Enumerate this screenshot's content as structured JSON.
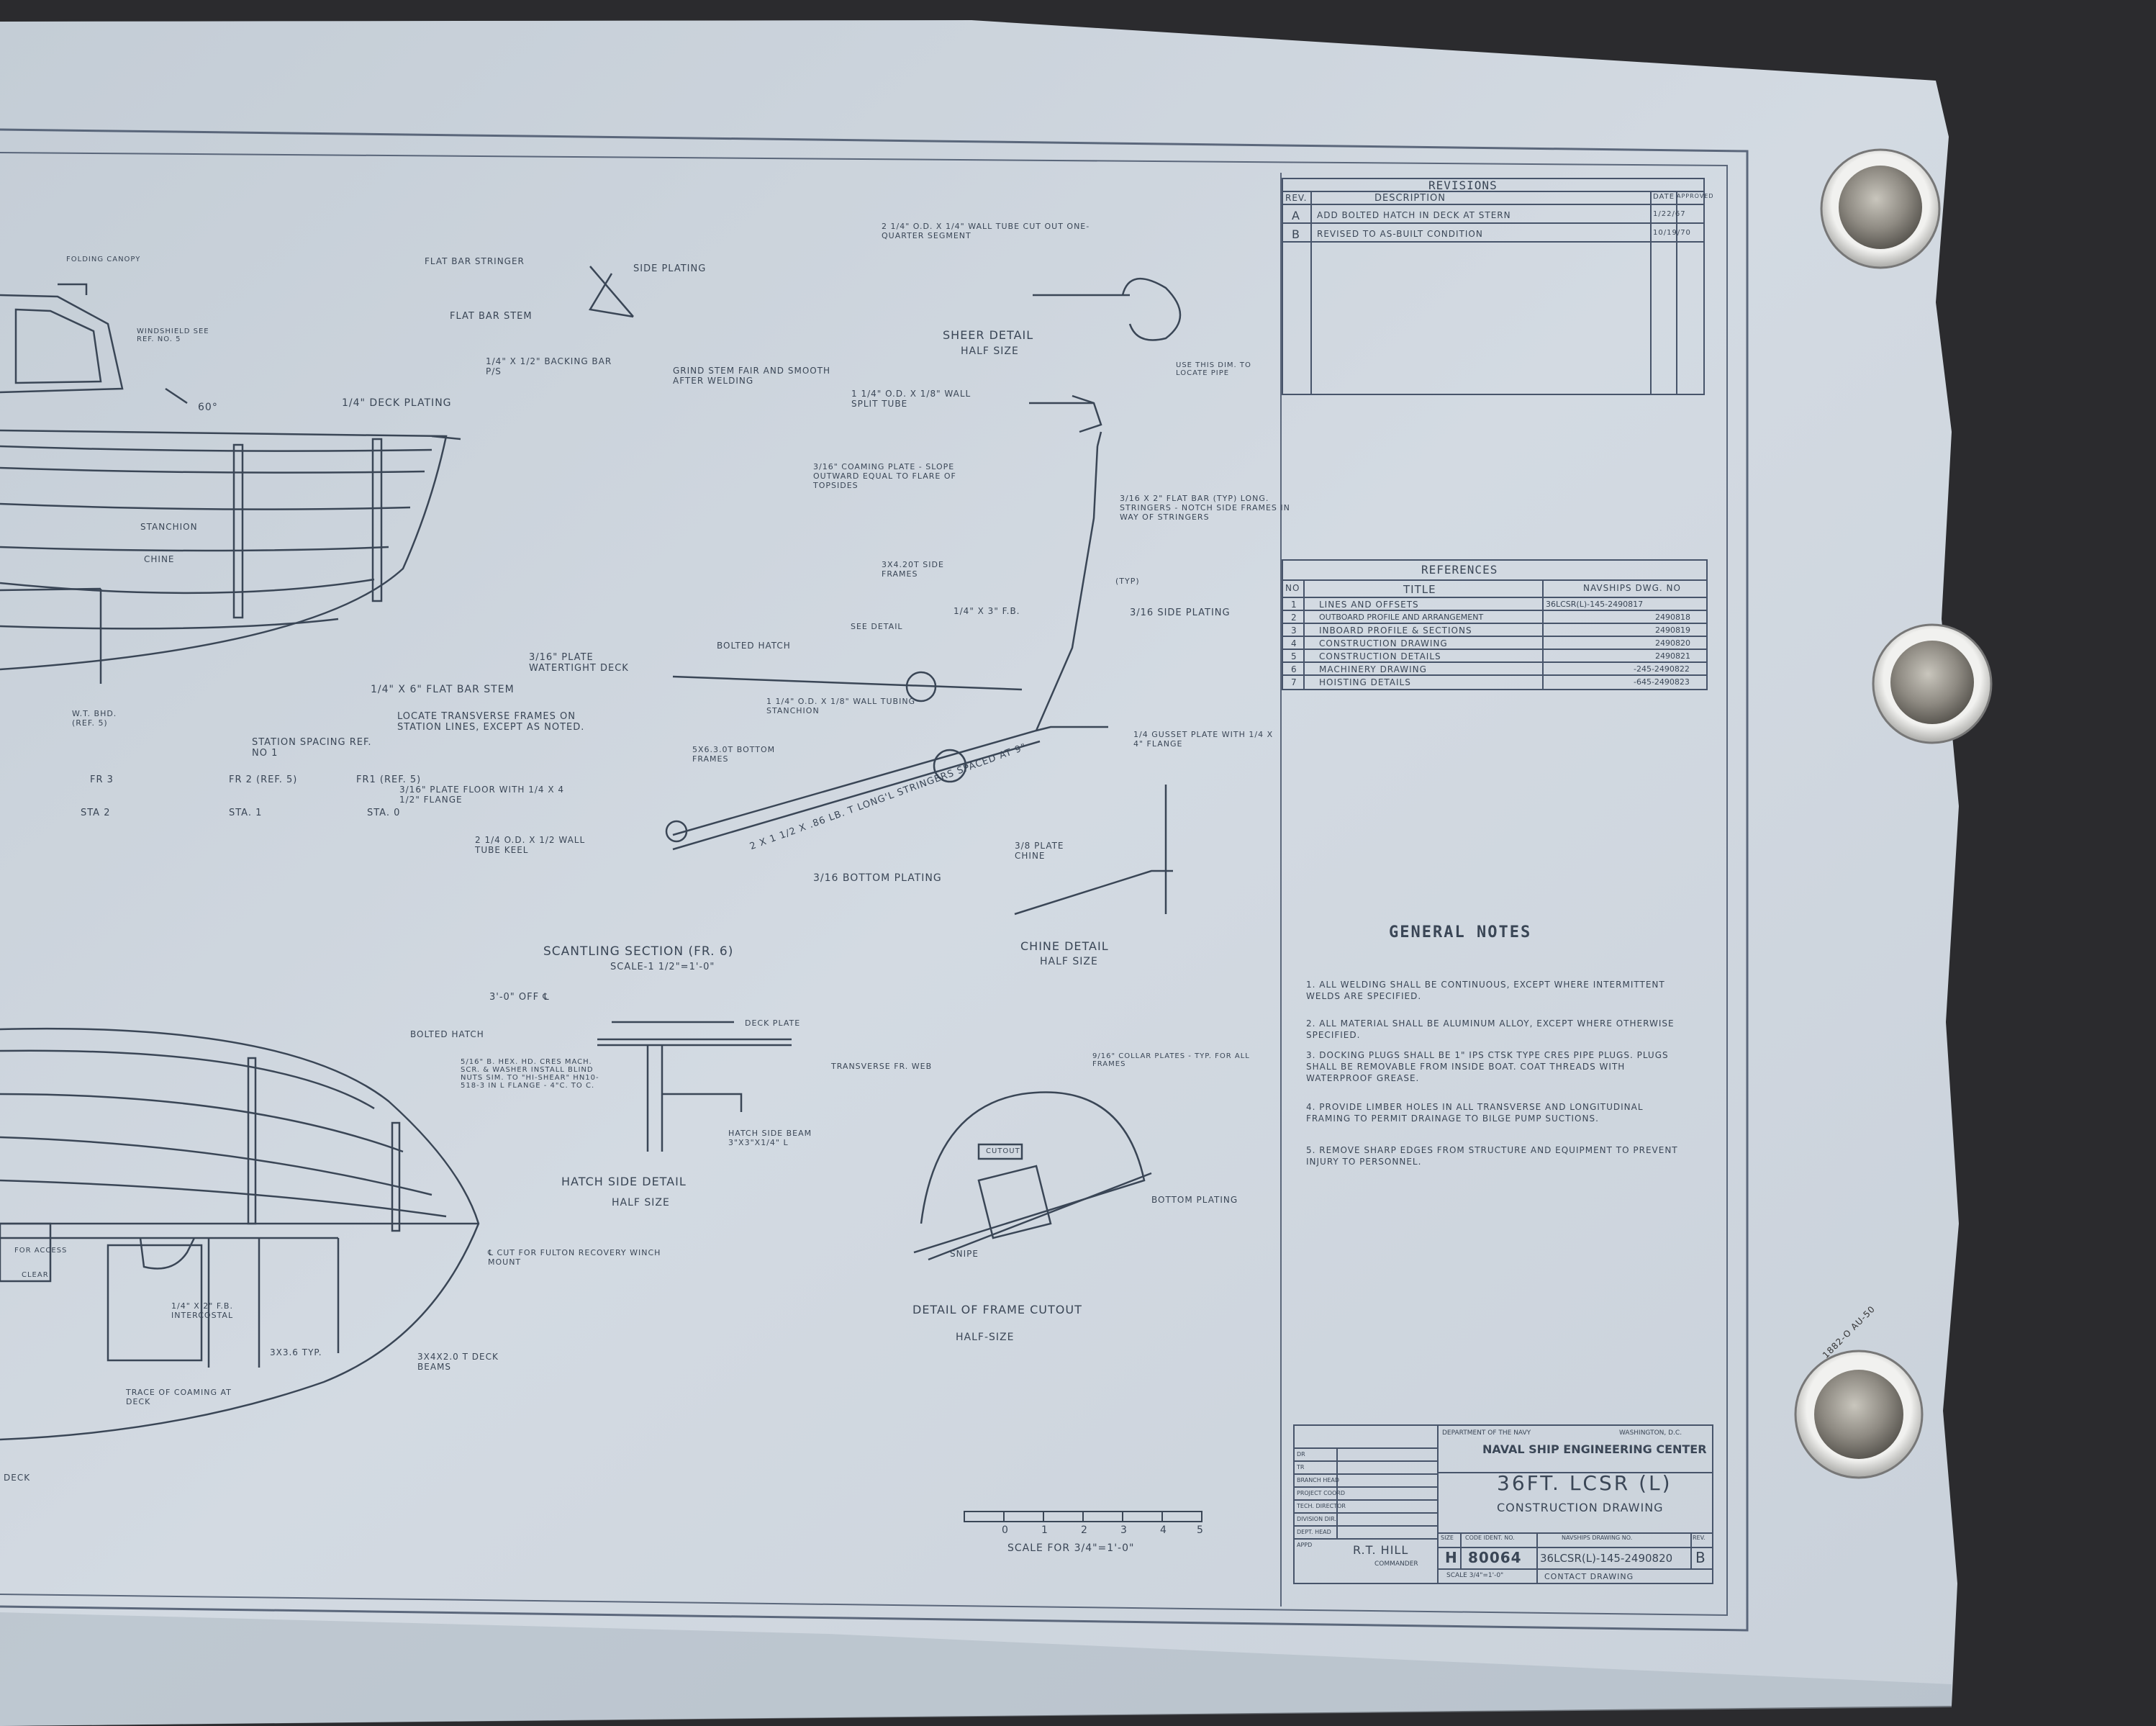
{
  "revisions": {
    "title": "REVISIONS",
    "headers": [
      "REV.",
      "DESCRIPTION",
      "DATE",
      "APPROVED"
    ],
    "rows": [
      {
        "rev": "A",
        "desc": "ADD BOLTED HATCH IN DECK AT STERN",
        "date": "1/22/67"
      },
      {
        "rev": "B",
        "desc": "REVISED TO AS-BUILT CONDITION",
        "date": "10/19/70"
      }
    ]
  },
  "references": {
    "title": "REFERENCES",
    "headers": [
      "NO",
      "TITLE",
      "NAVSHIPS DWG. NO"
    ],
    "rows": [
      {
        "no": "1",
        "title": "LINES AND OFFSETS",
        "dwg": "36LCSR(L)-145-2490817"
      },
      {
        "no": "2",
        "title": "OUTBOARD PROFILE AND ARRANGEMENT",
        "dwg": "2490818"
      },
      {
        "no": "3",
        "title": "INBOARD PROFILE & SECTIONS",
        "dwg": "2490819"
      },
      {
        "no": "4",
        "title": "CONSTRUCTION DRAWING",
        "dwg": "2490820"
      },
      {
        "no": "5",
        "title": "CONSTRUCTION DETAILS",
        "dwg": "2490821"
      },
      {
        "no": "6",
        "title": "MACHINERY DRAWING",
        "dwg": "-245-2490822"
      },
      {
        "no": "7",
        "title": "HOISTING DETAILS",
        "dwg": "-645-2490823"
      }
    ]
  },
  "general_notes": {
    "title": "GENERAL NOTES",
    "items": [
      "1. ALL WELDING SHALL BE CONTINUOUS, EXCEPT WHERE INTERMITTENT WELDS ARE SPECIFIED.",
      "2. ALL MATERIAL SHALL BE ALUMINUM ALLOY, EXCEPT WHERE OTHERWISE SPECIFIED.",
      "3. DOCKING PLUGS SHALL BE 1\" IPS CTSK TYPE CRES PIPE PLUGS. PLUGS SHALL BE REMOVABLE FROM INSIDE BOAT. COAT THREADS WITH WATERPROOF GREASE.",
      "4. PROVIDE LIMBER HOLES IN ALL TRANSVERSE AND LONGITUDINAL FRAMING TO PERMIT DRAINAGE TO BILGE PUMP SUCTIONS.",
      "5. REMOVE SHARP EDGES FROM STRUCTURE AND EQUIPMENT TO PREVENT INJURY TO PERSONNEL."
    ]
  },
  "title_block": {
    "dept": "DEPARTMENT OF THE NAVY",
    "city": "WASHINGTON, D.C.",
    "center": "NAVAL SHIP ENGINEERING CENTER",
    "boat": "36FT. LCSR (L)",
    "drawing": "CONSTRUCTION DRAWING",
    "size": "H",
    "code_ident": "80064",
    "navships_no": "36LCSR(L)-145-2490820",
    "rev": "B",
    "scale": "SCALE 3/4\"=1'-0\"",
    "contract": "CONTACT DRAWING",
    "approved": "R.T. HILL",
    "commander": "COMMANDER",
    "size_label": "SIZE",
    "code_label": "CODE IDENT. NO.",
    "dwg_label": "NAVSHIPS DRAWING NO.",
    "rev_label": "REV.",
    "roles": [
      "DR",
      "TR",
      "BRANCH HEAD",
      "PROJECT COORD",
      "TECH. DIRECTOR",
      "DIVISION DIR.",
      "DEPT. HEAD",
      "APPD"
    ]
  },
  "labels": {
    "folding_canopy": "FOLDING CANOPY",
    "windshield": "WINDSHIELD SEE REF. NO. 5",
    "flat_bar_stringer": "FLAT BAR STRINGER",
    "side_plating": "SIDE PLATING",
    "flat_bar_stem": "FLAT BAR STEM",
    "backing_bar": "1/4\" x 1/2\" BACKING BAR P/S",
    "grind_stem": "GRIND STEM FAIR AND SMOOTH AFTER WELDING",
    "deck_plating": "1/4\" DECK PLATING",
    "sixty": "60°",
    "stanchion": "STANCHION",
    "chine": "CHINE",
    "flat_bar_stem2": "1/4\" x 6\" FLAT BAR STEM",
    "wt_bhd": "W.T. BHD. (REF. 5)",
    "station_spacing": "STATION SPACING REF. NO 1",
    "locate_frames": "LOCATE TRANSVERSE FRAMES ON STATION LINES, EXCEPT AS NOTED.",
    "fr3": "FR 3",
    "sta2": "STA 2",
    "fr2": "FR 2 (REF. 5)",
    "sta1": "STA. 1",
    "fr1": "FR1 (REF. 5)",
    "sta0": "STA. 0",
    "tube": "2 1/4\" O.D. x 1/4\" WALL TUBE CUT OUT ONE-QUARTER SEGMENT",
    "sheer_detail": "SHEER DETAIL",
    "half_size": "HALF SIZE",
    "use_dim": "USE THIS DIM. TO LOCATE PIPE",
    "split_tube": "1 1/4\" O.D. x 1/8\" WALL SPLIT TUBE",
    "coaming": "3/16\" COAMING PLATE - SLOPE OUTWARD EQUAL TO FLARE OF TOPSIDES",
    "flat_bar": "3/16 x 2\" FLAT BAR (TYP) LONG. STRINGERS - NOTCH SIDE FRAMES IN WAY OF STRINGERS",
    "side_frames": "3x4.20T SIDE FRAMES",
    "fb": "1/4\" x 3\" F.B.",
    "side_plating2": "3/16 SIDE PLATING",
    "typ": "(TYP)",
    "watertight": "3/16\" PLATE WATERTIGHT DECK",
    "bolted_hatch": "BOLTED HATCH",
    "see_detail": "SEE DETAIL",
    "tubing_stanchion": "1 1/4\" O.D. x 1/8\" WALL TUBING STANCHION",
    "bottom_frames": "5x6.3.0T BOTTOM FRAMES",
    "plate_floor": "3/16\" PLATE FLOOR WITH 1/4 x 4 1/2\" FLANGE",
    "keel": "2 1/4 O.D. x 1/2 WALL TUBE KEEL",
    "stringers": "2 x 1 1/2 x .86 LB. T LONG'L STRINGERS SPACED AT 9\"",
    "bottom_plating": "3/16 BOTTOM PLATING",
    "gusset": "1/4 GUSSET PLATE WITH 1/4 x 4\" FLANGE",
    "chine_plate": "3/8 PLATE CHINE",
    "scantling": "SCANTLING SECTION (FR. 6)",
    "scantling_scale": "SCALE-1 1/2\"=1'-0\"",
    "chine_detail": "CHINE DETAIL",
    "chine_half": "HALF SIZE",
    "off_cl": "3'-0\" OFF ℄",
    "bolted_hatch2": "BOLTED HATCH",
    "deck_plate": "DECK PLATE",
    "bolts": "5/16\" B. HEX. HD. CRES MACH. SCR. & WASHER INSTALL BLIND NUTS SIM. TO \"HI-SHEAR\" HN10-518-3 IN L FLANGE - 4\"C. TO C.",
    "beam": "HATCH SIDE BEAM 3\"x3\"x1/4\" L",
    "hatch_side": "HATCH SIDE DETAIL",
    "hatch_half": "HALF SIZE",
    "web": "TRANSVERSE FR. WEB",
    "collar": "9/16\" COLLAR PLATES - TYP. FOR ALL FRAMES",
    "bottom_plating2": "BOTTOM PLATING",
    "snipe": "SNIPE",
    "cutout": "CUTOUT",
    "frame_cutout": "DETAIL OF FRAME CUTOUT",
    "frame_half": "HALF-SIZE",
    "fulton": "℄ CUT FOR FULTON RECOVERY WINCH MOUNT",
    "intercostal": "1/4\" x 2\" F.B. INTERCOSTAL",
    "typ36": "3x3.6 TYP.",
    "coaming_deck": "TRACE OF COAMING AT DECK",
    "deck_beams": "3x4x2.0 T DECK BEAMS",
    "for_access": "FOR ACCESS",
    "clear": "CLEAR",
    "deck": "DECK",
    "scale_for": "SCALE FOR 3/4\"=1'-0\"",
    "scale_nums": [
      "0",
      "1",
      "2",
      "3",
      "4",
      "5"
    ],
    "coin_text": "1882-O AU-50"
  },
  "colors": {
    "paper": "#cdd5dd",
    "ink": "#3a4656",
    "background": "#2c2c2e"
  }
}
